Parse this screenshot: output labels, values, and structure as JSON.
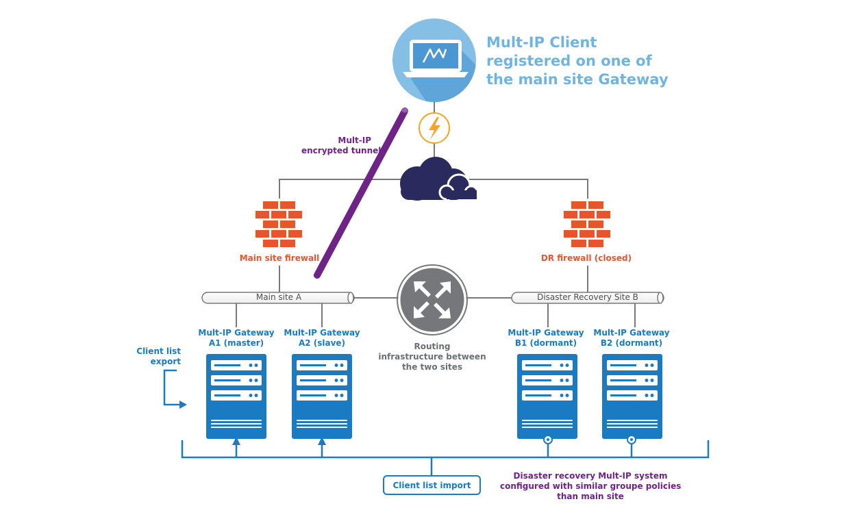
{
  "client": {
    "title_lines": [
      "Mult-IP Client",
      "registered on one of",
      "the main site Gateway"
    ]
  },
  "tunnel": {
    "label_lines": [
      "Mult-IP",
      "encrypted tunnel"
    ]
  },
  "firewalls": {
    "main": "Main site firewall",
    "dr": "DR firewall (closed)"
  },
  "sites": {
    "a": "Main site A",
    "b": "Disaster Recovery Site B"
  },
  "gateways": [
    {
      "line1": "Mult-IP Gateway",
      "line2": "A1 (master)"
    },
    {
      "line1": "Mult-IP Gateway",
      "line2": "A2 (slave)"
    },
    {
      "line1": "Mult-IP Gateway",
      "line2": "B1 (dormant)"
    },
    {
      "line1": "Mult-IP Gateway",
      "line2": "B2 (dormant)"
    }
  ],
  "routing": {
    "label_lines": [
      "Routing",
      "infrastructure between",
      "the two sites"
    ]
  },
  "export": {
    "label_lines": [
      "Client list",
      "export"
    ]
  },
  "import": {
    "label": "Client list import"
  },
  "dr_note": {
    "label_lines": [
      "Disaster recovery Mult-IP system",
      "configured with similar groupe policies",
      "than main site"
    ]
  },
  "colors": {
    "blue": "#1a7ac2",
    "light_blue": "#6fb5e0",
    "orange": "#e8552d",
    "purple": "#6e2387",
    "navy": "#2b2a5e",
    "grey": "#6b6f73",
    "yellow": "#f6a623"
  },
  "icons": [
    "laptop-icon",
    "lightning-icon",
    "cloud-icon",
    "firewall-icon",
    "router-icon",
    "server-icon"
  ]
}
